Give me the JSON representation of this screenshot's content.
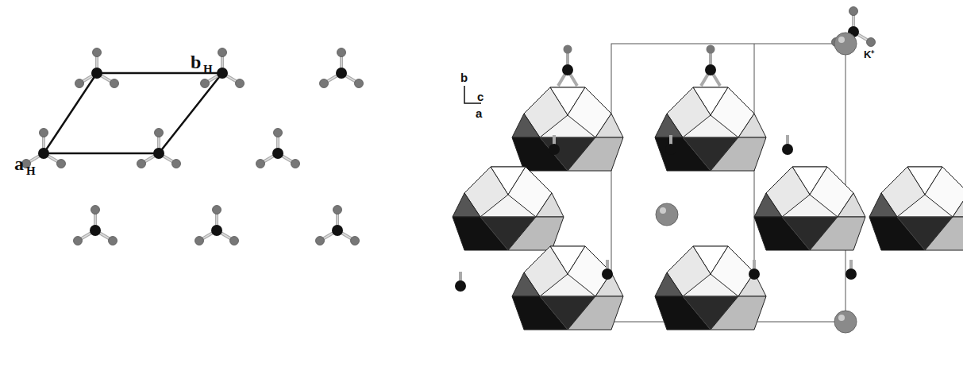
{
  "diagram": {
    "labels": [
      "a",
      "H",
      "b",
      "H",
      "b",
      "c",
      "a",
      "K⁺"
    ]
  }
}
